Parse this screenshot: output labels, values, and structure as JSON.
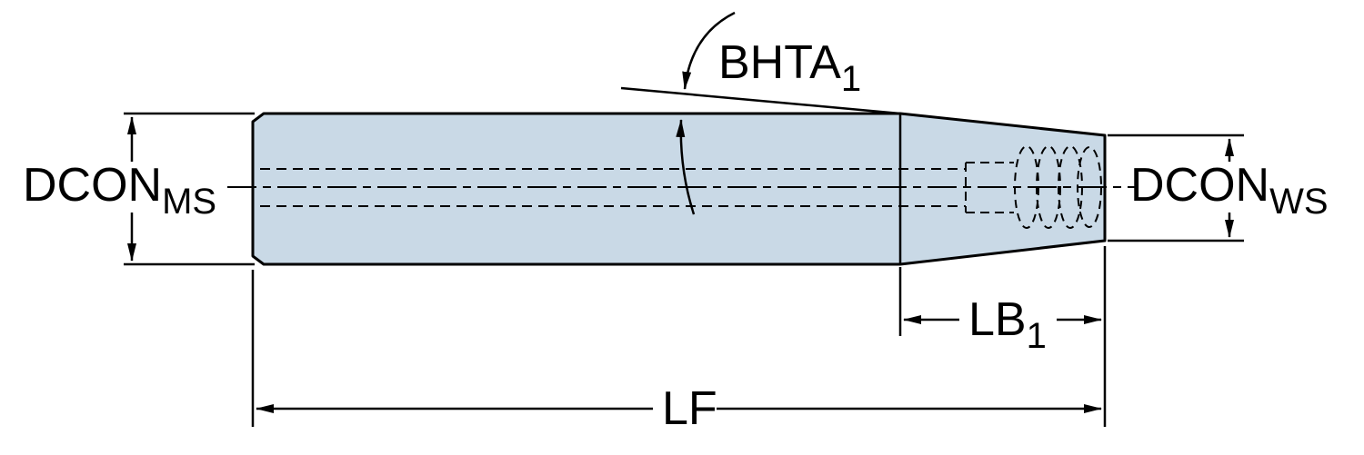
{
  "colors": {
    "body_fill": "#c9d9e6",
    "line": "#000000",
    "background": "#ffffff"
  },
  "labels": {
    "dcon_ms": {
      "main": "DCON",
      "sub": "MS"
    },
    "dcon_ws": {
      "main": "DCON",
      "sub": "WS"
    },
    "bhta": {
      "main": "BHTA",
      "sub": "1"
    },
    "lb": {
      "main": "LB",
      "sub": "1"
    },
    "lf": {
      "main": "LF"
    }
  }
}
